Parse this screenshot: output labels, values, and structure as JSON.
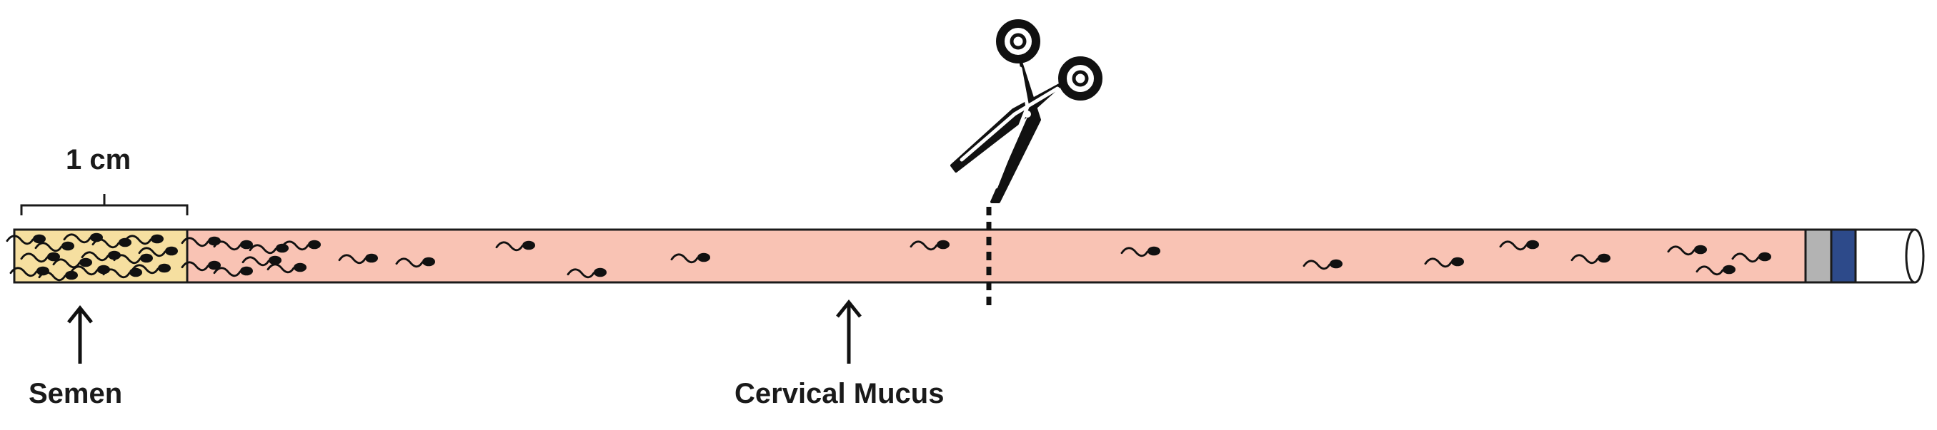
{
  "labels": {
    "scale": "1 cm",
    "semen": "Semen",
    "cervical_mucus": "Cervical Mucus"
  },
  "icons": {
    "cut": "scissors-icon",
    "sperm": "sperm-icon",
    "pointer": "arrow-up-icon"
  },
  "colors": {
    "semen_fill": "#f6dfa0",
    "mucus_fill": "#f9c3b4",
    "cap_gray": "#b3b3b3",
    "cap_blue": "#2d4a8a",
    "outline": "#1a1a1a"
  }
}
